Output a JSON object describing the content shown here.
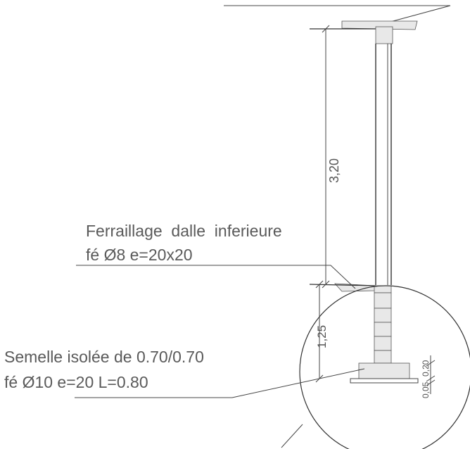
{
  "annotations": {
    "slab_reinforcement_line1": "Ferraillage  dalle  inferieure",
    "slab_reinforcement_line2": "fé Ø8 e=20x20",
    "footing_line1": "Semelle isolée de 0.70/0.70",
    "footing_line2": "fé Ø10 e=20  L=0.80"
  },
  "dimensions": {
    "wall_height": "3,20",
    "foundation_height": "1,25",
    "footing_thickness": "0,20",
    "blinding_thickness": "0,05"
  },
  "colors": {
    "line": "#333333",
    "text": "#5a5a5a"
  }
}
